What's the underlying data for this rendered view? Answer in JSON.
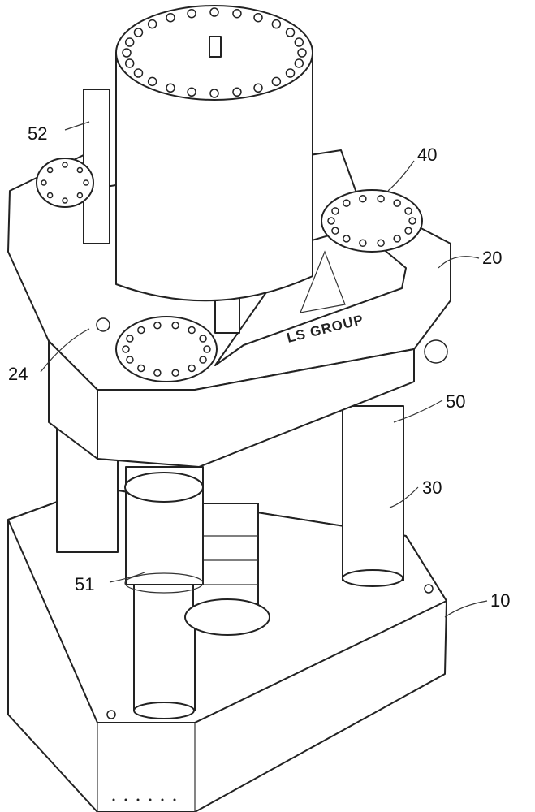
{
  "figure": {
    "logo_text": "LS GROUP",
    "labels": {
      "l52": "52",
      "l40": "40",
      "l20": "20",
      "l24": "24",
      "l50": "50",
      "l30": "30",
      "l51": "51",
      "l10": "10"
    }
  }
}
